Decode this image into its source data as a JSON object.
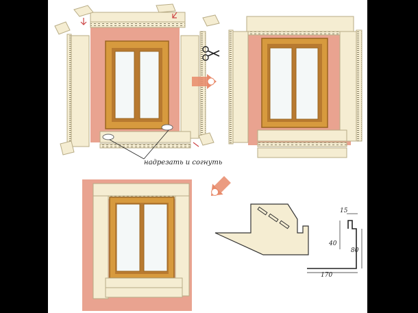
{
  "labels": {
    "cut_and_bend": "надрезать и согнуть",
    "dim_15": "15",
    "dim_40": "40",
    "dim_80": "80",
    "dim_170": "170"
  },
  "colors": {
    "wall": "#e9a390",
    "trim": "#f5edd2",
    "trim_edge": "#b8ac86",
    "frame": "#d79a3e",
    "frame_dark": "#9a6520",
    "glass": "#f4f8f8",
    "arrow": "#e88a6a"
  },
  "icons": [
    "scissors-icon",
    "arrow-right-icon",
    "arrow-down-left-icon"
  ]
}
